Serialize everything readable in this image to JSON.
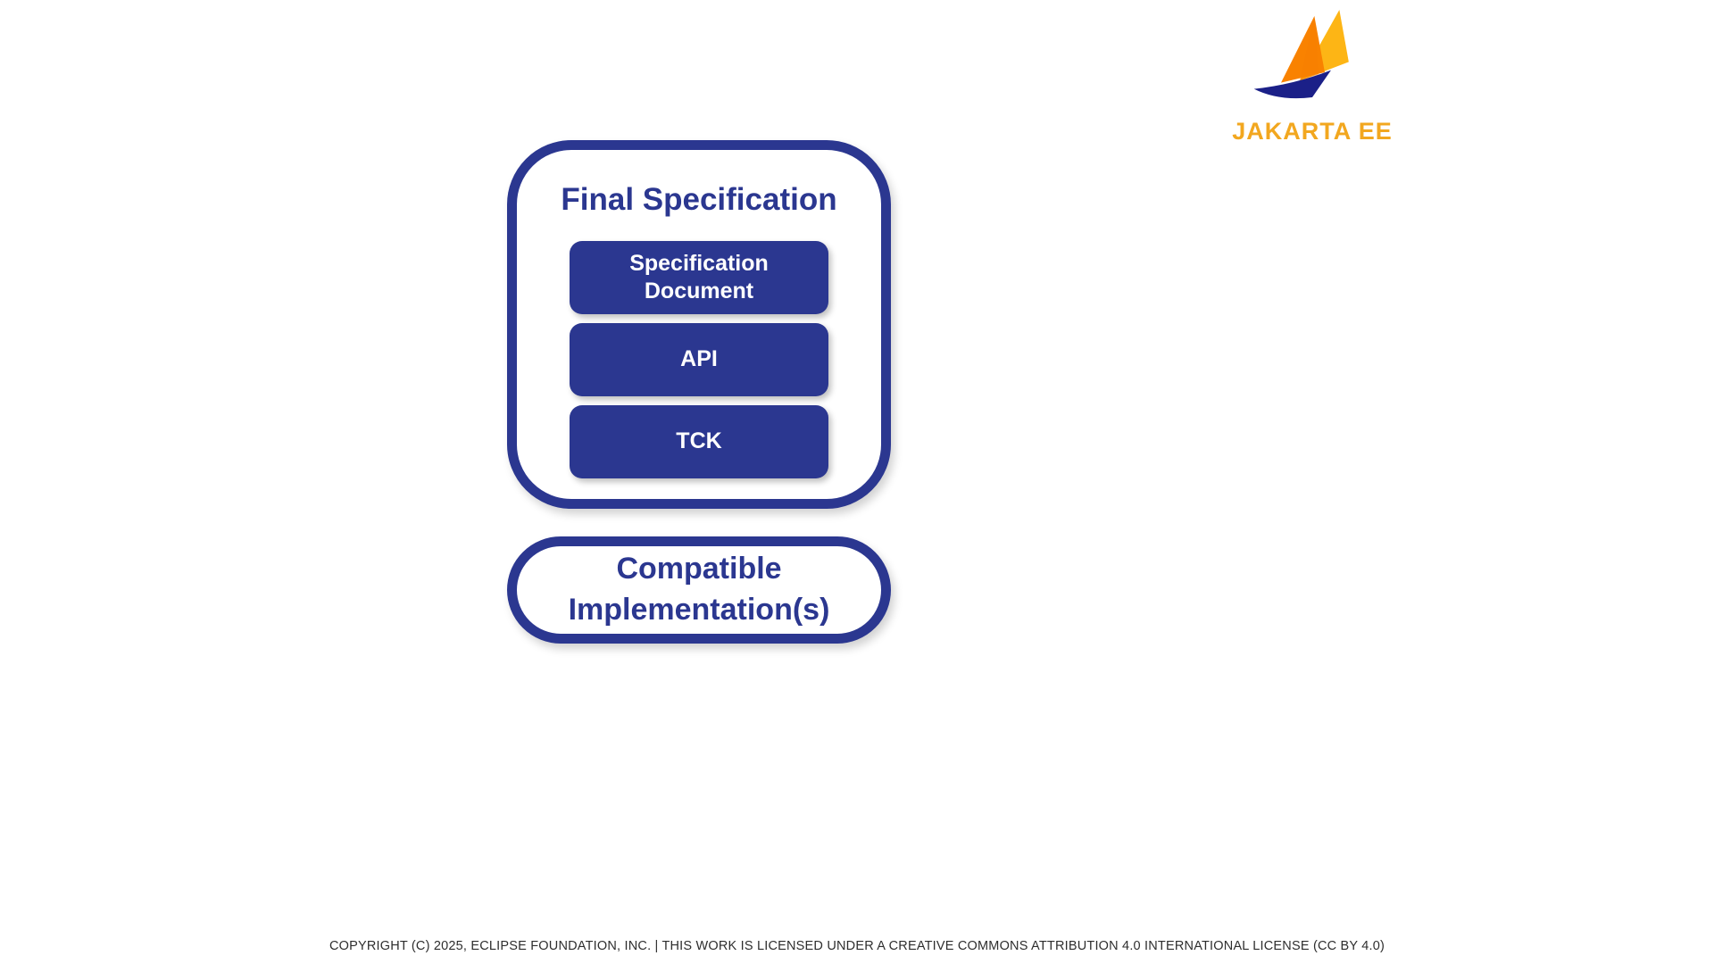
{
  "logo": {
    "brand": "JAKARTA EE"
  },
  "diagram": {
    "final_spec": {
      "title": "Final Specification",
      "items": [
        {
          "label": "Specification Document"
        },
        {
          "label": "API"
        },
        {
          "label": "TCK"
        }
      ]
    },
    "compatible": {
      "label": "Compatible Implementation(s)"
    }
  },
  "footer": {
    "text": "COPYRIGHT (C) 2025, ECLIPSE FOUNDATION, INC. | THIS WORK IS LICENSED UNDER A CREATIVE COMMONS ATTRIBUTION 4.0 INTERNATIONAL LICENSE (CC BY 4.0)"
  },
  "colors": {
    "brand_blue": "#2b3790",
    "brand_orange": "#f2a71f",
    "sail_dark_orange": "#f98200",
    "sail_light_orange": "#fdb515"
  }
}
